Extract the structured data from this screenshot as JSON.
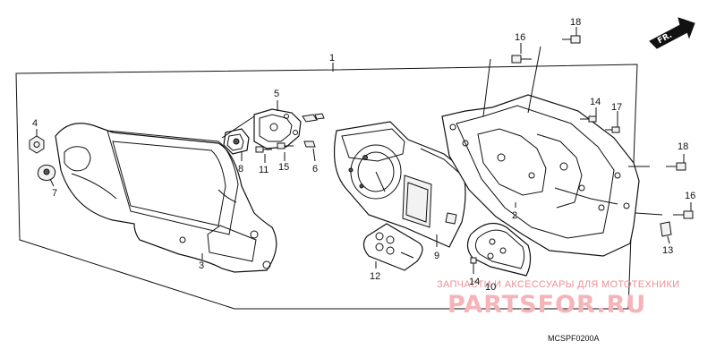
{
  "callouts": {
    "c1": "1",
    "c2": "2",
    "c3": "3",
    "c4": "4",
    "c5": "5",
    "c6": "6",
    "c7": "7",
    "c8": "8",
    "c9": "9",
    "c10": "10",
    "c11": "11",
    "c12": "12",
    "c13": "13",
    "c14a": "14",
    "c14b": "14",
    "c15": "15",
    "c16a": "16",
    "c16b": "16",
    "c17": "17",
    "c18a": "18",
    "c18b": "18"
  },
  "direction_label": "FR.",
  "diagram_code": "MCSPF0200A",
  "watermark": {
    "tagline": "ЗАПЧАСТИ И АКСЕССУАРЫ ДЛЯ МОТОТЕХНИКИ",
    "brand": "PARTSFOR.RU",
    "color": "#f6b4b8"
  },
  "colors": {
    "line": "#111111",
    "background": "#ffffff"
  }
}
